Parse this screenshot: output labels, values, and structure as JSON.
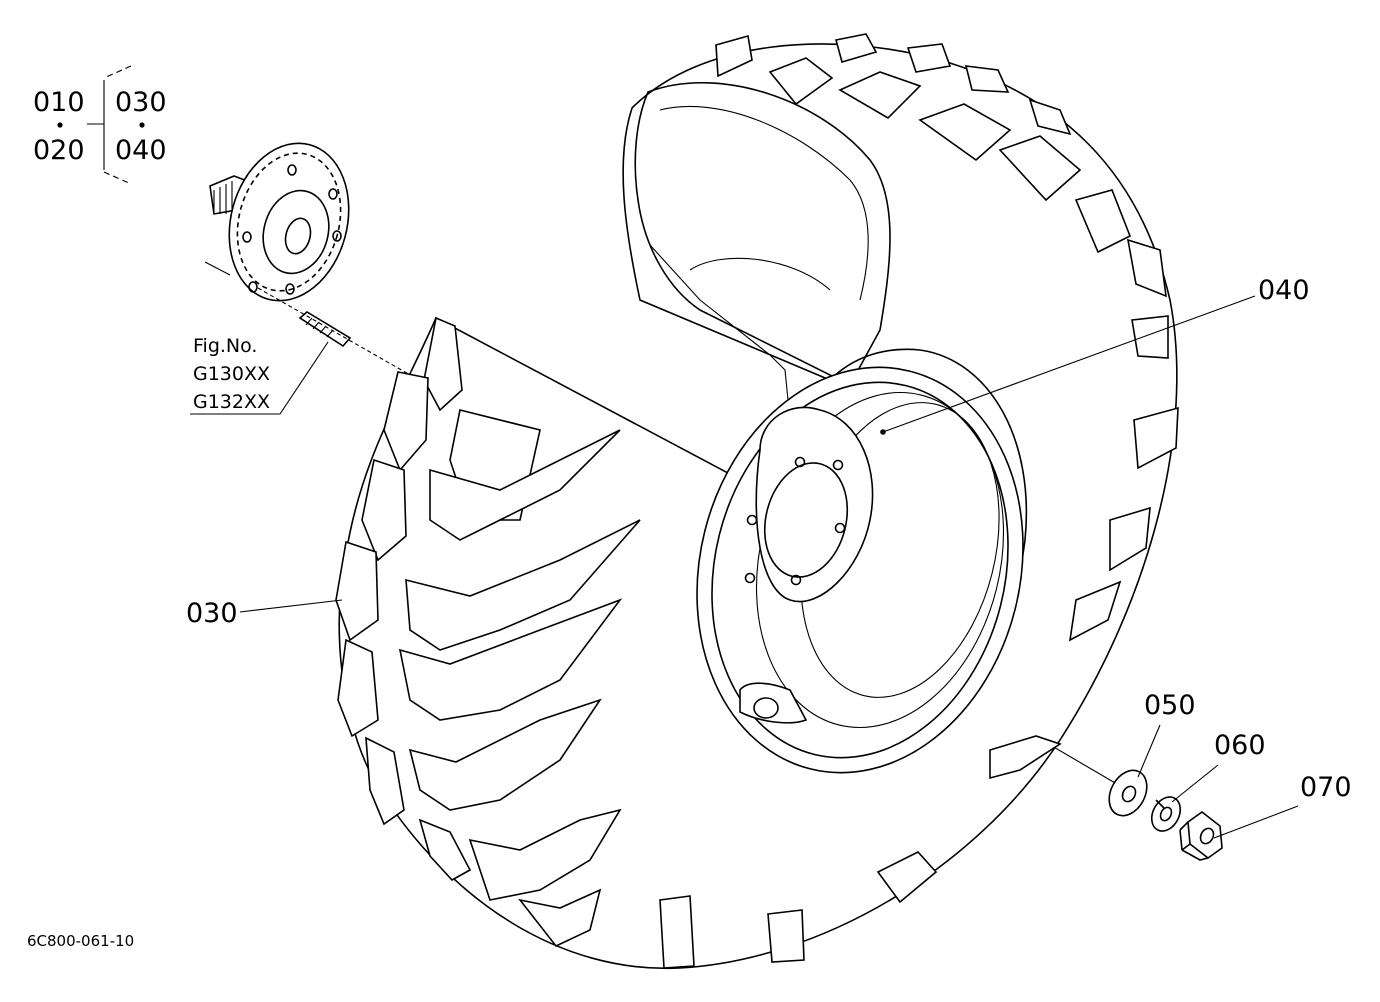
{
  "parts_group": {
    "top_left": "010",
    "bottom_left": "020",
    "top_right": "030",
    "bottom_right": "040"
  },
  "figure_reference": {
    "label": "Fig.No.",
    "codes": [
      "G130XX",
      "G132XX"
    ]
  },
  "callouts": {
    "rim": "040",
    "tire": "030",
    "washer": "050",
    "spring_washer": "060",
    "nut": "070"
  },
  "drawing_number": "6C800-061-10"
}
